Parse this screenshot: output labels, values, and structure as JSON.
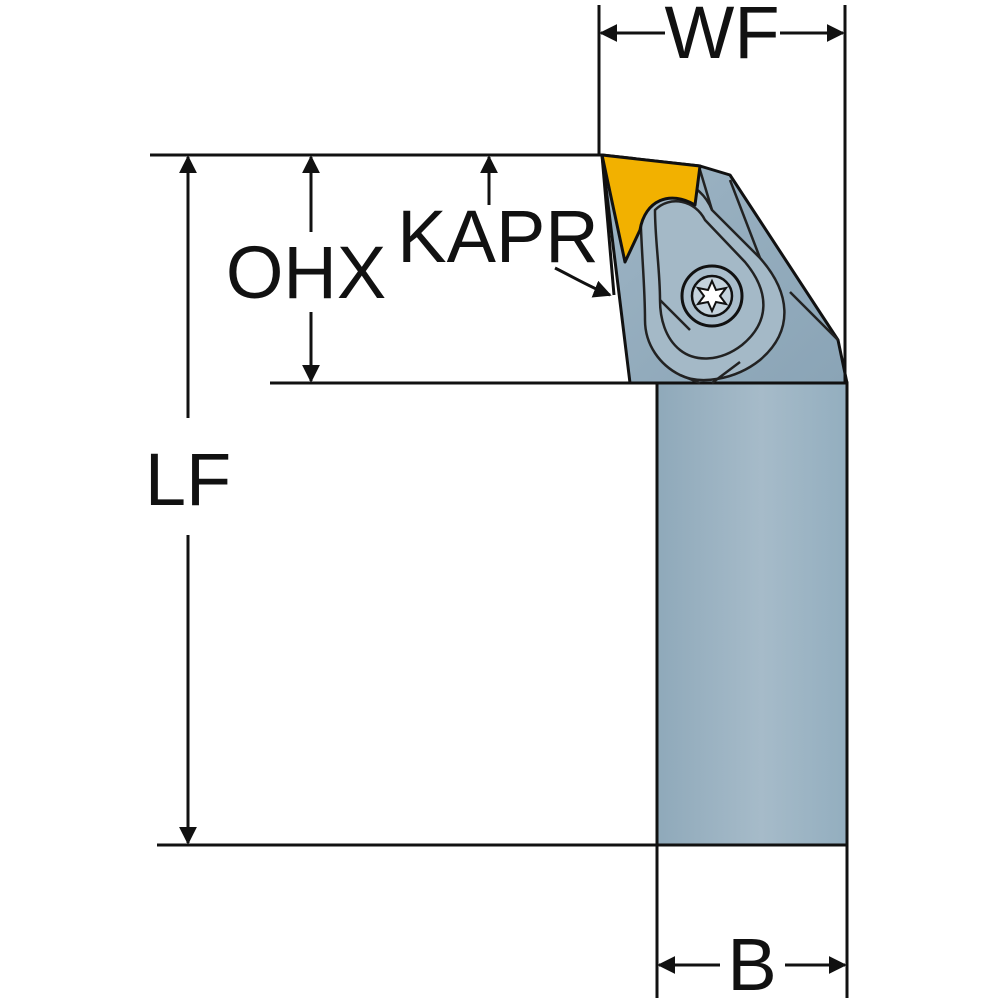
{
  "labels": {
    "wf": "WF",
    "kapr": "KAPR",
    "ohx": "OHX",
    "lf": "LF",
    "b": "B"
  },
  "colors": {
    "insert": "#F2B100",
    "holder_light": "#A9BDCB",
    "holder_mid": "#8FA9BA",
    "holder_dark": "#7D99AC",
    "line": "#111111"
  }
}
